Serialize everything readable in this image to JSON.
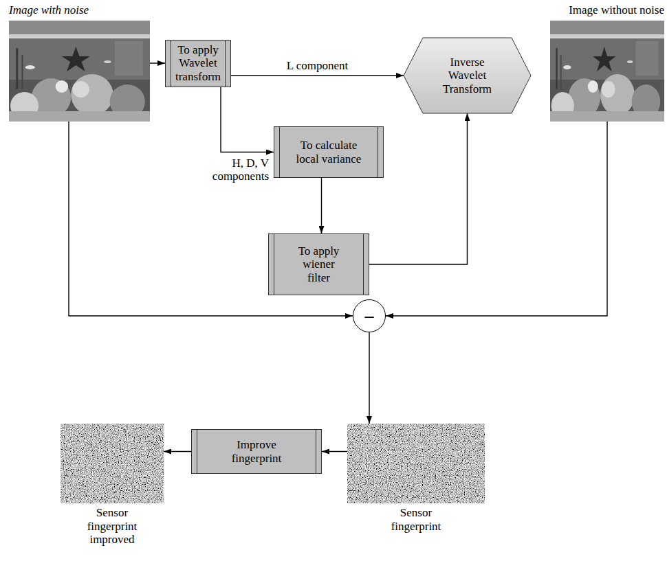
{
  "diagram": {
    "nodes": [
      {
        "text": [
          "Image with noise"
        ]
      },
      {
        "text": [
          "To apply Wavelet transform"
        ]
      },
      {
        "text": [
          "Inverse Wavelet Transform"
        ]
      },
      {
        "text": [
          "Image without noise"
        ]
      },
      {
        "text": [
          "To calculate local variance"
        ]
      },
      {
        "text": [
          "To apply wiener filter"
        ]
      },
      {
        "text": [
          "–"
        ]
      },
      {
        "text": [
          "Sensor fingerprint"
        ]
      },
      {
        "text": [
          "Improve fingerprint"
        ]
      },
      {
        "text": [
          "Sensor fingerprint improved"
        ]
      }
    ],
    "edges": [
      {
        "from": 0,
        "to": 1,
        "arrow": "to"
      },
      {
        "from": 1,
        "to": 2,
        "label": "L component",
        "arrow": "to"
      },
      {
        "from": 1,
        "to": 4,
        "label": "H, D, V components",
        "arrow": "to"
      },
      {
        "from": 4,
        "to": 5,
        "arrow": "to"
      },
      {
        "from": 5,
        "to": 2,
        "arrow": "to"
      },
      {
        "from": 0,
        "to": 6,
        "arrow": "to"
      },
      {
        "from": 3,
        "to": 6,
        "arrow": "to"
      },
      {
        "from": 6,
        "to": 7,
        "arrow": "to"
      },
      {
        "from": 7,
        "to": 8,
        "arrow": "to"
      },
      {
        "from": 8,
        "to": 9,
        "arrow": "to"
      }
    ]
  }
}
